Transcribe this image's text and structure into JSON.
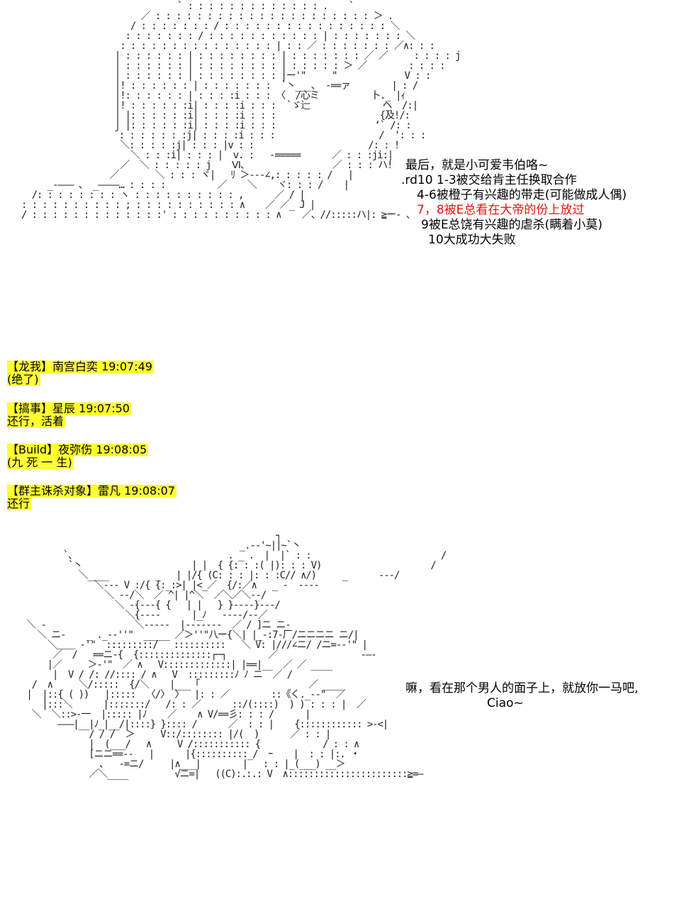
{
  "top_speech": {
    "l1": "最后，就是小可爱韦伯咯~",
    "l2": ".rd10 1-3被交给肯主任换取合作",
    "l3": "4-6被橙子有兴趣的带走(可能做成人偶)",
    "l4": "7，8被E总看在大帝的份上放过",
    "l5": "9被E总饶有兴趣的虐杀(瞒着小莫)",
    "l6": "10大成功大失败"
  },
  "chat": [
    {
      "name": "【龙我】南宫白奕",
      "time": "19:07:49",
      "message": "(绝了)"
    },
    {
      "name": "【搞事】星辰",
      "time": "19:07:50",
      "message": "还行，活着"
    },
    {
      "name": "【Build】夜弥伤",
      "time": "19:08:05",
      "message": "(九 死 一 生)"
    },
    {
      "name": "【群主诛杀对象】雷凡",
      "time": "19:08:07",
      "message": "还行"
    }
  ],
  "bottom_speech": {
    "l1": "嘛，看在那个男人的面子上，就放你一马吧,",
    "l2": "Ciao~"
  },
  "colors": {
    "highlight": "#ffff33",
    "red_text": "#e8140c"
  }
}
